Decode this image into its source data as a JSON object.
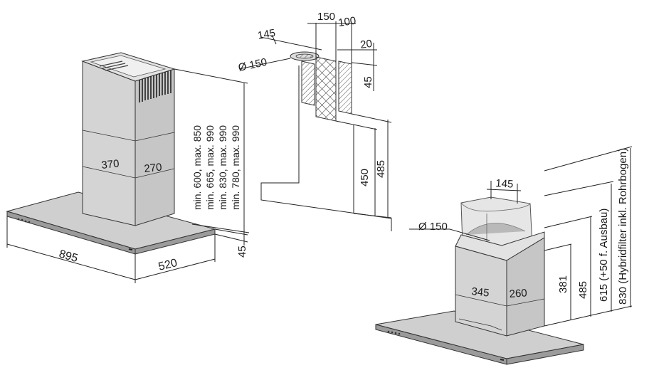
{
  "left_hood": {
    "width": "895",
    "depth": "520",
    "canopy_height": "45",
    "chimney_front": "370",
    "chimney_side": "270",
    "heights": [
      "min. 600, max. 850",
      "min. 665, max. 990",
      "min. 830, max. 990",
      "min. 780, max. 990"
    ]
  },
  "wall_section": {
    "outlet_diameter": "Ø 150",
    "offset_145": "145",
    "width_150": "150",
    "width_100": "100",
    "dim_20": "20",
    "dim_45": "45",
    "dim_450": "450",
    "dim_485": "485"
  },
  "right_hood": {
    "duct_width": "145",
    "outlet_diameter": "Ø 150",
    "body_front": "345",
    "body_side": "260",
    "height_381": "381",
    "height_485": "485",
    "height_615": "615 (+50 f. Ausbau)",
    "height_830": "830 (Hybridfilter inkl. Rohrbogen)"
  },
  "colors": {
    "line": "#222222",
    "steel": "#d4d4d4",
    "steel_dark": "#c6c6c6",
    "hatch": "#555555"
  }
}
